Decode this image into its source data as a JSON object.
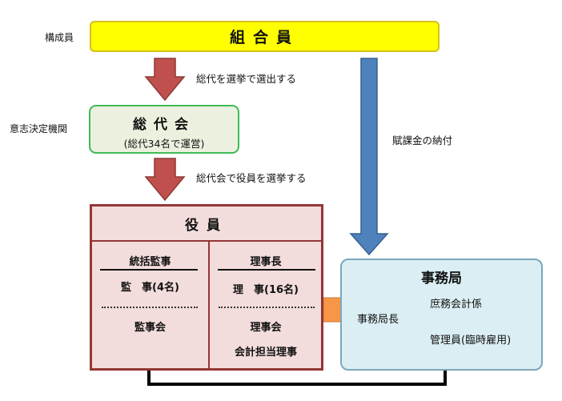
{
  "side_labels": {
    "members_role": "構成員",
    "decision_role": "意志決定機関"
  },
  "members": {
    "title": "組合員"
  },
  "arrows": {
    "elect_delegates": "総代を選挙で選出する",
    "elect_officers": "総代会で役員を選挙する",
    "dues": "賦課金の納付"
  },
  "assembly": {
    "title": "総代会",
    "subtitle": "(総代34名で運営)"
  },
  "officers": {
    "title": "役員",
    "left": {
      "head": "統括監事",
      "item1": "監　事(4名)",
      "item2": "監事会"
    },
    "right": {
      "head": "理事長",
      "item1": "理　事(16名)",
      "item2": "理事会",
      "item3": "会計担当理事"
    }
  },
  "office": {
    "title": "事務局",
    "chief": "事務局長",
    "branch1": "庶務会計係",
    "branch2": "管理員(臨時雇用)"
  },
  "colors": {
    "members_fill": "#ffff00",
    "assembly_fill": "#ebf1de",
    "officers_fill": "#f3dcdc",
    "office_fill": "#dbeef3",
    "red_arrow": "#c0504d",
    "blue_arrow": "#4f81bd",
    "connector": "#f79646"
  }
}
